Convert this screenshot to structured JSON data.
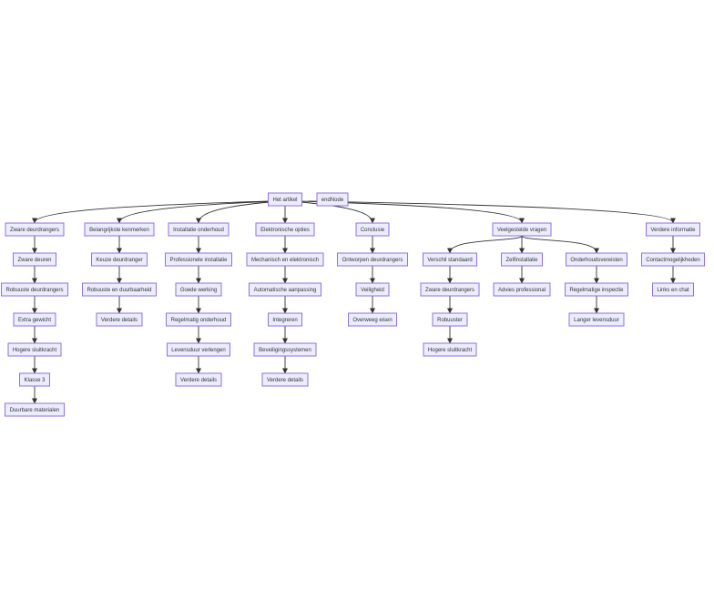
{
  "diagram": {
    "type": "flowchart",
    "colors": {
      "node_fill": "#ECECFF",
      "node_border": "#9370DB",
      "edge": "#333333",
      "text": "#333333"
    },
    "nodes": [
      {
        "id": "root",
        "label": "Het artikel"
      },
      {
        "id": "endnode",
        "label": "endNode"
      },
      {
        "id": "zd",
        "label": "Zware deurdrangers"
      },
      {
        "id": "zd1",
        "label": "Zware deuren"
      },
      {
        "id": "zd2",
        "label": "Robuuste deurdrangers"
      },
      {
        "id": "zd3",
        "label": "Extra gewicht"
      },
      {
        "id": "zd4",
        "label": "Hogere sluitkracht"
      },
      {
        "id": "zd5",
        "label": "Klasse 3"
      },
      {
        "id": "zd6",
        "label": "Duurbare materialen"
      },
      {
        "id": "bk",
        "label": "Belangrijkste kenmerken"
      },
      {
        "id": "bk1",
        "label": "Keuze deurdranger"
      },
      {
        "id": "bk2",
        "label": "Robuuste en duurbaarheid"
      },
      {
        "id": "bk3",
        "label": "Verdere details"
      },
      {
        "id": "io",
        "label": "Installatie onderhoud"
      },
      {
        "id": "io1",
        "label": "Professionele installatie"
      },
      {
        "id": "io2",
        "label": "Goede werking"
      },
      {
        "id": "io3",
        "label": "Regelmatig onderhoud"
      },
      {
        "id": "io4",
        "label": "Levensduur verlengen"
      },
      {
        "id": "io5",
        "label": "Verdere details"
      },
      {
        "id": "eo",
        "label": "Elektronische opties"
      },
      {
        "id": "eo1",
        "label": "Mechanisch en elektronisch"
      },
      {
        "id": "eo2",
        "label": "Automatische aanpassing"
      },
      {
        "id": "eo3",
        "label": "Integreren"
      },
      {
        "id": "eo4",
        "label": "Beveiligingssystemen"
      },
      {
        "id": "eo5",
        "label": "Verdere details"
      },
      {
        "id": "co",
        "label": "Conclusie"
      },
      {
        "id": "co1",
        "label": "Ontworpen deurdrangers"
      },
      {
        "id": "co2",
        "label": "Veiligheid"
      },
      {
        "id": "co3",
        "label": "Overweeg eisen"
      },
      {
        "id": "vv",
        "label": "Veelgestelde vragen"
      },
      {
        "id": "vv1",
        "label": "Verschil standaard"
      },
      {
        "id": "vv1a",
        "label": "Zware deurdrangers"
      },
      {
        "id": "vv1b",
        "label": "Robuuster"
      },
      {
        "id": "vv1c",
        "label": "Hogere sluitkracht"
      },
      {
        "id": "vv2",
        "label": "Zelfinstallatie"
      },
      {
        "id": "vv2a",
        "label": "Advies professional"
      },
      {
        "id": "vv3",
        "label": "Onderhoudsvereisten"
      },
      {
        "id": "vv3a",
        "label": "Regelmatige inspectie"
      },
      {
        "id": "vv3b",
        "label": "Langer levensduur"
      },
      {
        "id": "vi",
        "label": "Verdere informatie"
      },
      {
        "id": "vi1",
        "label": "Contactmogelijkheden"
      },
      {
        "id": "vi2",
        "label": "Links en chat"
      }
    ],
    "edges": [
      [
        "root",
        "zd"
      ],
      [
        "root",
        "bk"
      ],
      [
        "root",
        "io"
      ],
      [
        "root",
        "eo"
      ],
      [
        "root",
        "co"
      ],
      [
        "root",
        "vv"
      ],
      [
        "root",
        "vi"
      ],
      [
        "zd",
        "zd1"
      ],
      [
        "zd1",
        "zd2"
      ],
      [
        "zd2",
        "zd3"
      ],
      [
        "zd3",
        "zd4"
      ],
      [
        "zd4",
        "zd5"
      ],
      [
        "zd5",
        "zd6"
      ],
      [
        "bk",
        "bk1"
      ],
      [
        "bk1",
        "bk2"
      ],
      [
        "bk2",
        "bk3"
      ],
      [
        "io",
        "io1"
      ],
      [
        "io1",
        "io2"
      ],
      [
        "io2",
        "io3"
      ],
      [
        "io3",
        "io4"
      ],
      [
        "io4",
        "io5"
      ],
      [
        "eo",
        "eo1"
      ],
      [
        "eo1",
        "eo2"
      ],
      [
        "eo2",
        "eo3"
      ],
      [
        "eo3",
        "eo4"
      ],
      [
        "eo4",
        "eo5"
      ],
      [
        "co",
        "co1"
      ],
      [
        "co1",
        "co2"
      ],
      [
        "co2",
        "co3"
      ],
      [
        "vv",
        "vv1"
      ],
      [
        "vv1",
        "vv1a"
      ],
      [
        "vv1a",
        "vv1b"
      ],
      [
        "vv1b",
        "vv1c"
      ],
      [
        "vv",
        "vv2"
      ],
      [
        "vv2",
        "vv2a"
      ],
      [
        "vv",
        "vv3"
      ],
      [
        "vv3",
        "vv3a"
      ],
      [
        "vv3a",
        "vv3b"
      ],
      [
        "vi",
        "vi1"
      ],
      [
        "vi1",
        "vi2"
      ]
    ]
  }
}
